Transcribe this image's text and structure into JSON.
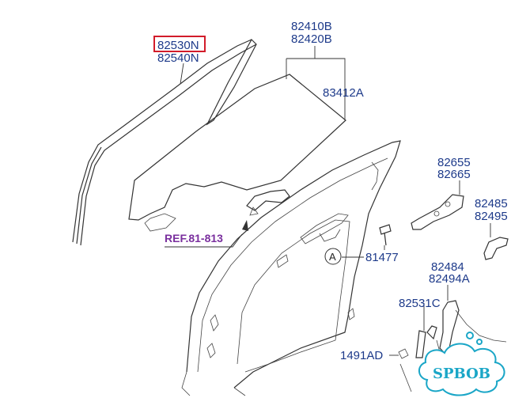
{
  "labels": {
    "highlighted": "82530N",
    "p82540N": "82540N",
    "p82410B": "82410B",
    "p82420B": "82420B",
    "p83412A": "83412A",
    "p82655": "82655",
    "p82665": "82665",
    "p82485": "82485",
    "p82495": "82495",
    "p81477": "81477",
    "p82484": "82484",
    "p82494A": "82494A",
    "p82531C": "82531C",
    "p1491AD": "1491AD",
    "ref": "REF.81-813",
    "circle_a": "A"
  },
  "watermark": "SPBOB",
  "colors": {
    "part_number": "#1d3a8a",
    "reference": "#7a2f9e",
    "highlight_box": "#d21c2a",
    "watermark": "#1aa6c7"
  }
}
